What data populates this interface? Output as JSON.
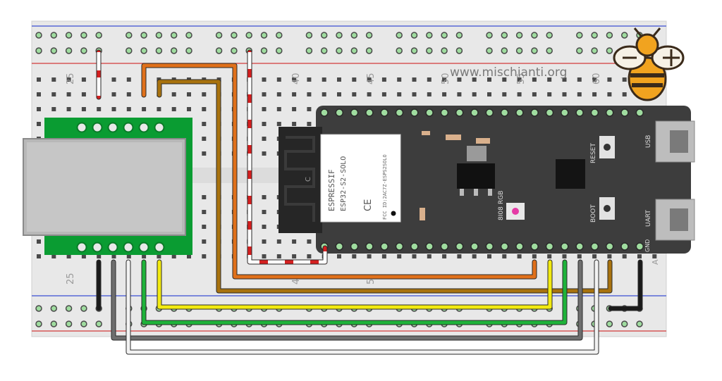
{
  "watermark": "www.mischianti.org",
  "breadboard": {
    "column_numbers": [
      "25",
      "40",
      "45",
      "50",
      "55",
      "60"
    ],
    "column_numbers_bottom": [
      "25",
      "4",
      "5"
    ],
    "row_letter": "A"
  },
  "module": {
    "brand": "ESPRESSIF",
    "model": "ESP32-S2-SOLO",
    "fcc": "FCC ID:2AC7Z-ESPS2SOLO",
    "mark": "C",
    "chip_label": "RGB",
    "chip_code": "8I08"
  },
  "board": {
    "reset_label": "RESET",
    "boot_label": "BOOT",
    "usb_label": "USB",
    "uart_label": "UART",
    "gnd_label": "GND"
  },
  "colors": {
    "board": "#3d3d3d",
    "pcb_green": "#0a9c32",
    "wire_red": "#d41f1f",
    "wire_orange": "#e0701a",
    "wire_brown": "#a8720e",
    "wire_yellow": "#f2ea10",
    "wire_green": "#1eb33a",
    "wire_gray": "#6e6e6e",
    "wire_white": "#f2f2f2",
    "wire_black": "#1a1a1a",
    "rail_red": "#d33a3a",
    "rail_blue": "#3a4fd3"
  }
}
